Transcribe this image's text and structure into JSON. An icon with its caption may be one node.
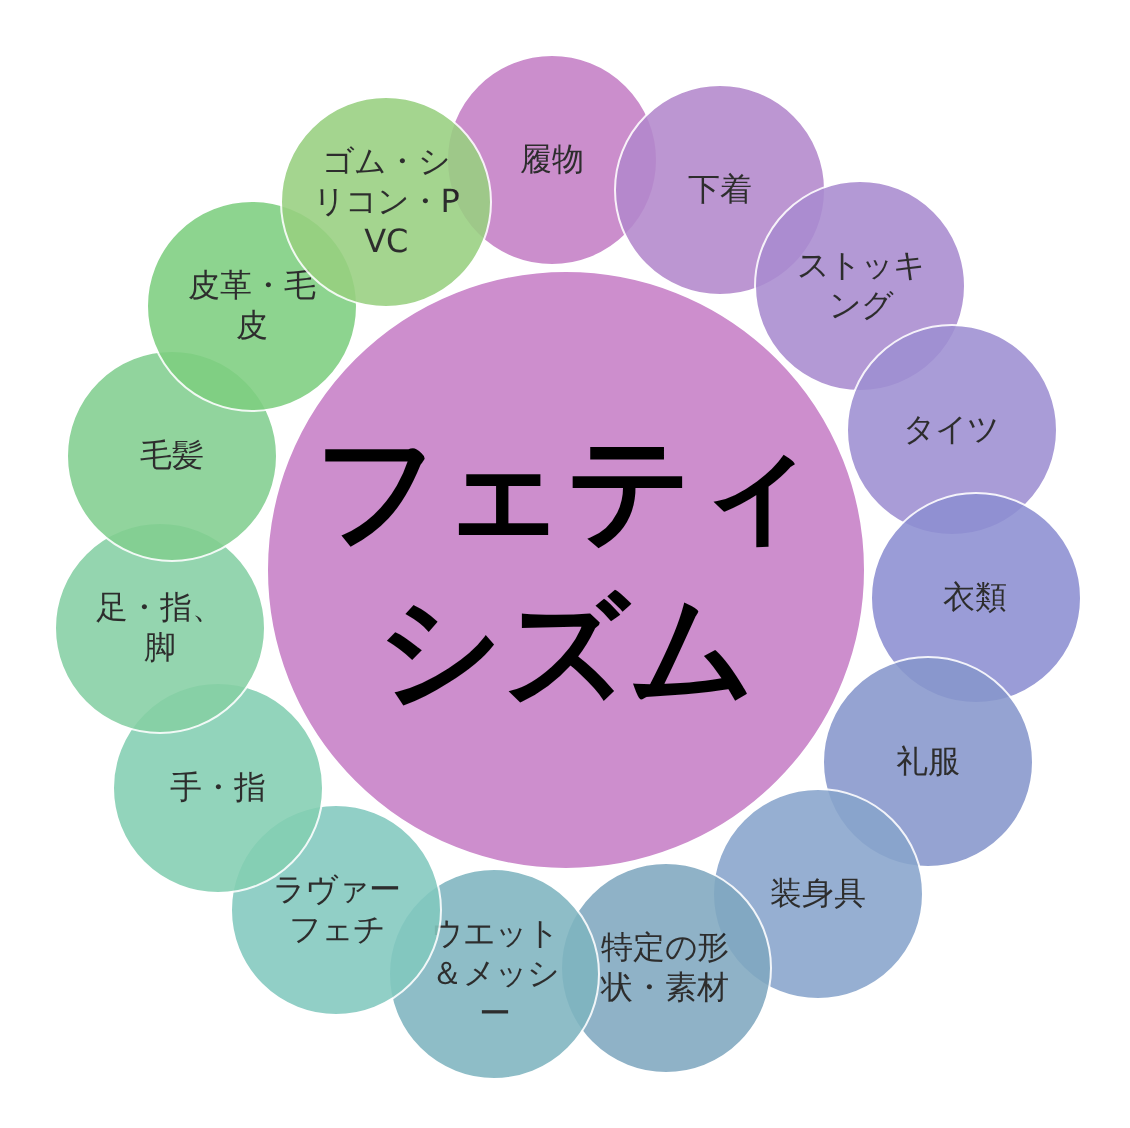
{
  "diagram": {
    "nodes": [
      {
        "text": [
          "フェティシズム"
        ]
      },
      {
        "text": [
          "履物"
        ]
      },
      {
        "text": [
          "下着"
        ]
      },
      {
        "text": [
          "ストッキング"
        ]
      },
      {
        "text": [
          "タイツ"
        ]
      },
      {
        "text": [
          "衣類"
        ]
      },
      {
        "text": [
          "礼服"
        ]
      },
      {
        "text": [
          "装身具"
        ]
      },
      {
        "text": [
          "特定の形状・素材"
        ]
      },
      {
        "text": [
          "ウエット＆メッシー"
        ]
      },
      {
        "text": [
          "ラヴァーフェチ"
        ]
      },
      {
        "text": [
          "手・指"
        ]
      },
      {
        "text": [
          "足・指、脚"
        ]
      },
      {
        "text": [
          "毛髪"
        ]
      },
      {
        "text": [
          "皮革・毛皮"
        ]
      },
      {
        "text": [
          "ゴム・シリコン・PVC"
        ]
      }
    ]
  }
}
